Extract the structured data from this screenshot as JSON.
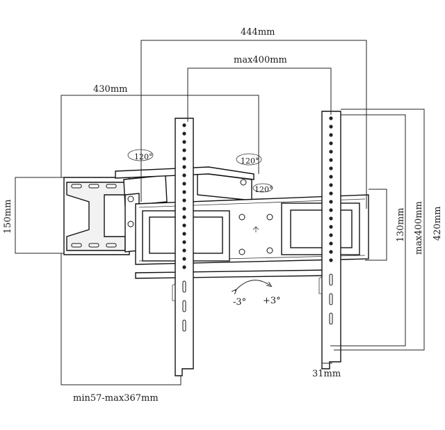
{
  "dimensions": {
    "overall_width": "444mm",
    "max_vesa_horizontal": "max400mm",
    "wall_plate_width": "430mm",
    "wall_plate_height": "150mm",
    "rail_spacing": "130mm",
    "max_vesa_vertical": "max400mm",
    "overall_height": "420mm",
    "rail_depth": "31mm",
    "extension": "min57-max367mm"
  },
  "rotation_labels": {
    "swivel_1": "120°",
    "swivel_2": "120°",
    "swivel_3": "120°"
  },
  "tilt": {
    "minus": "-3°",
    "plus": "+3°"
  }
}
